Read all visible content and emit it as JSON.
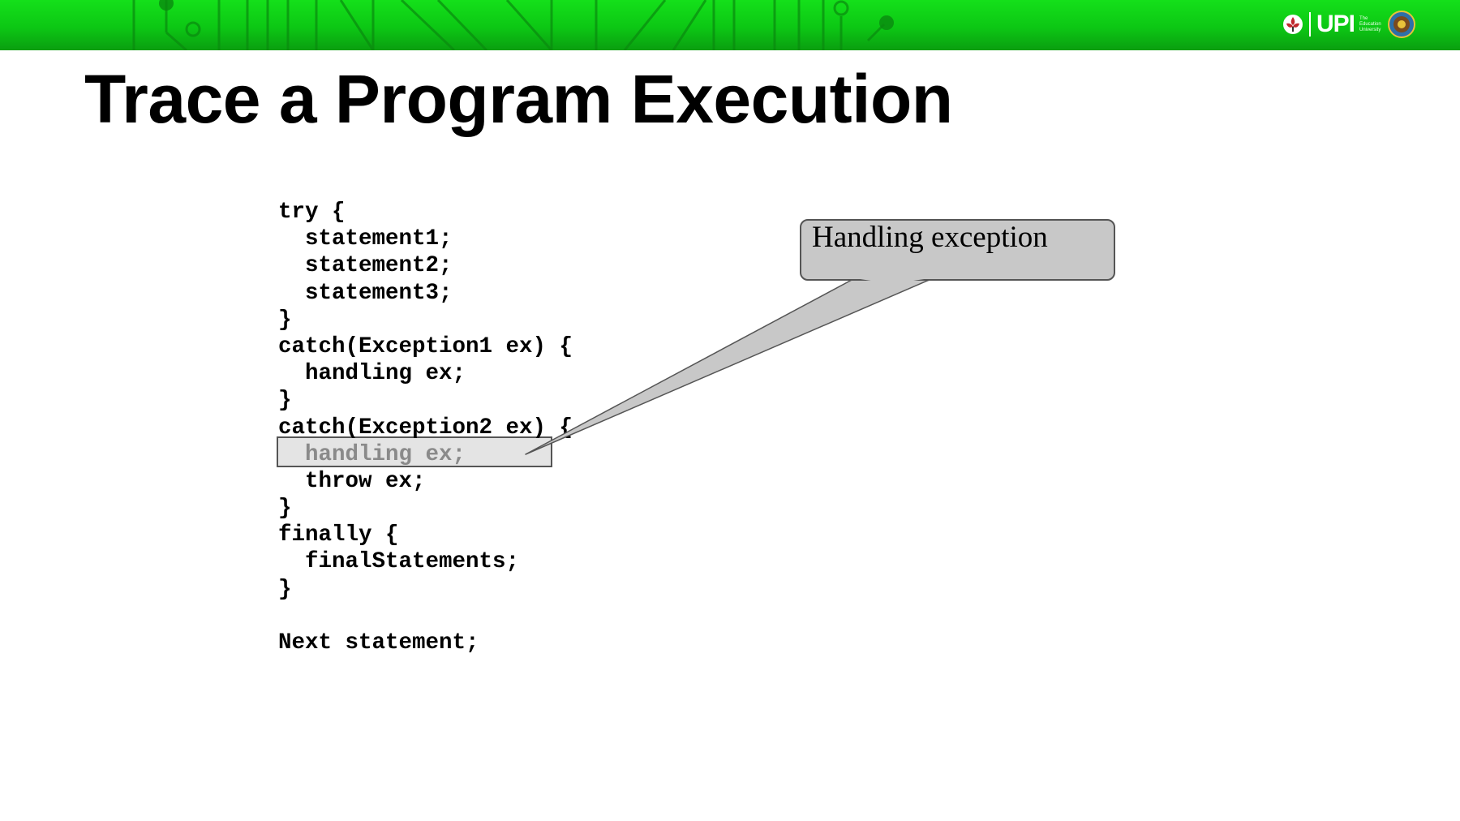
{
  "slide": {
    "title": "Trace a Program Execution"
  },
  "header": {
    "logo_text": "UPI",
    "logo_tagline": [
      "The",
      "Education",
      "University"
    ],
    "icons": [
      "upi-flower-icon",
      "university-seal-icon"
    ]
  },
  "code": {
    "lines": [
      "try {",
      "  statement1;",
      "  statement2;",
      "  statement3;",
      "}",
      "catch(Exception1 ex) {",
      "  handling ex;",
      "}",
      "catch(Exception2 ex) {",
      "  handling ex;",
      "  throw ex;",
      "}",
      "finally {",
      "  finalStatements;",
      "}",
      "",
      "Next statement;"
    ],
    "highlighted_line": 9
  },
  "callout": {
    "text": "Handling exception"
  },
  "colors": {
    "header_green": "#0cc714",
    "callout_fill": "#c8c8c8",
    "highlight_fill": "#e4e4e4",
    "dim_text": "#8a8a8a"
  }
}
